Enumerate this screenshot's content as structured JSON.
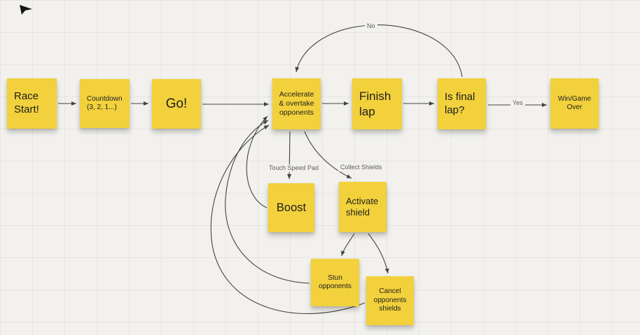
{
  "canvas": {
    "tool_hint": "whiteboard-flowchart",
    "background_color": "#f2f1ee",
    "note_color": "#f2d13c",
    "connector_color": "#444444",
    "notes": [
      {
        "id": "race-start",
        "label": "Race Start!"
      },
      {
        "id": "countdown",
        "label": "Countdown (3, 2, 1...)"
      },
      {
        "id": "go",
        "label": "Go!"
      },
      {
        "id": "accelerate",
        "label": "Accelerate & overtake opponents"
      },
      {
        "id": "finish-lap",
        "label": "Finish lap"
      },
      {
        "id": "is-final-lap",
        "label": "Is final lap?"
      },
      {
        "id": "win-game-over",
        "label": "Win/Game Over"
      },
      {
        "id": "boost",
        "label": "Boost"
      },
      {
        "id": "activate-shield",
        "label": "Activate shield"
      },
      {
        "id": "stun-opponents",
        "label": "Stun opponents"
      },
      {
        "id": "cancel-opponents-shields",
        "label": "Cancel opponents shields"
      }
    ],
    "edges": [
      {
        "from": "race-start",
        "to": "countdown",
        "label": ""
      },
      {
        "from": "countdown",
        "to": "go",
        "label": ""
      },
      {
        "from": "go",
        "to": "accelerate",
        "label": ""
      },
      {
        "from": "accelerate",
        "to": "finish-lap",
        "label": ""
      },
      {
        "from": "finish-lap",
        "to": "is-final-lap",
        "label": ""
      },
      {
        "from": "is-final-lap",
        "to": "win-game-over",
        "label": "Yes"
      },
      {
        "from": "is-final-lap",
        "to": "accelerate",
        "label": "No"
      },
      {
        "from": "accelerate",
        "to": "boost",
        "label": "Touch Speed Pad"
      },
      {
        "from": "accelerate",
        "to": "activate-shield",
        "label": "Collect Shields"
      },
      {
        "from": "boost",
        "to": "accelerate",
        "label": ""
      },
      {
        "from": "activate-shield",
        "to": "stun-opponents",
        "label": ""
      },
      {
        "from": "activate-shield",
        "to": "cancel-opponents-shields",
        "label": ""
      },
      {
        "from": "stun-opponents",
        "to": "accelerate",
        "label": ""
      },
      {
        "from": "cancel-opponents-shields",
        "to": "accelerate",
        "label": ""
      }
    ]
  }
}
